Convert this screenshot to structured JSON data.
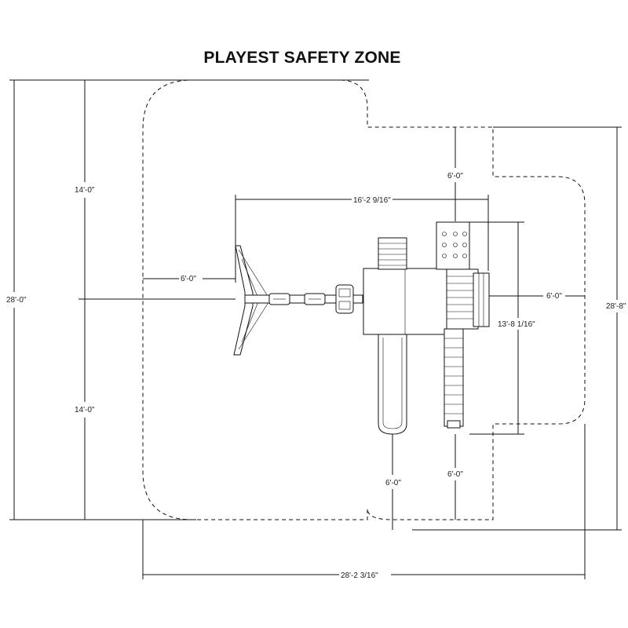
{
  "title": "PLAYEST SAFETY ZONE",
  "dimensions": {
    "overall_height_left": "28'-0\"",
    "upper_half": "14'-0\"",
    "lower_half": "14'-0\"",
    "play_width": "16'-2 9/16\"",
    "swing_clearance": "6'-0\"",
    "top_clearance": "6'-0\"",
    "right_clearance": "6'-0\"",
    "play_depth": "13'-8 1/16\"",
    "overall_height_right": "28'-8\"",
    "bottom_left_clearance": "6'-0\"",
    "bottom_right_clearance": "6'-0\"",
    "overall_width": "28'-2 3/16\""
  }
}
